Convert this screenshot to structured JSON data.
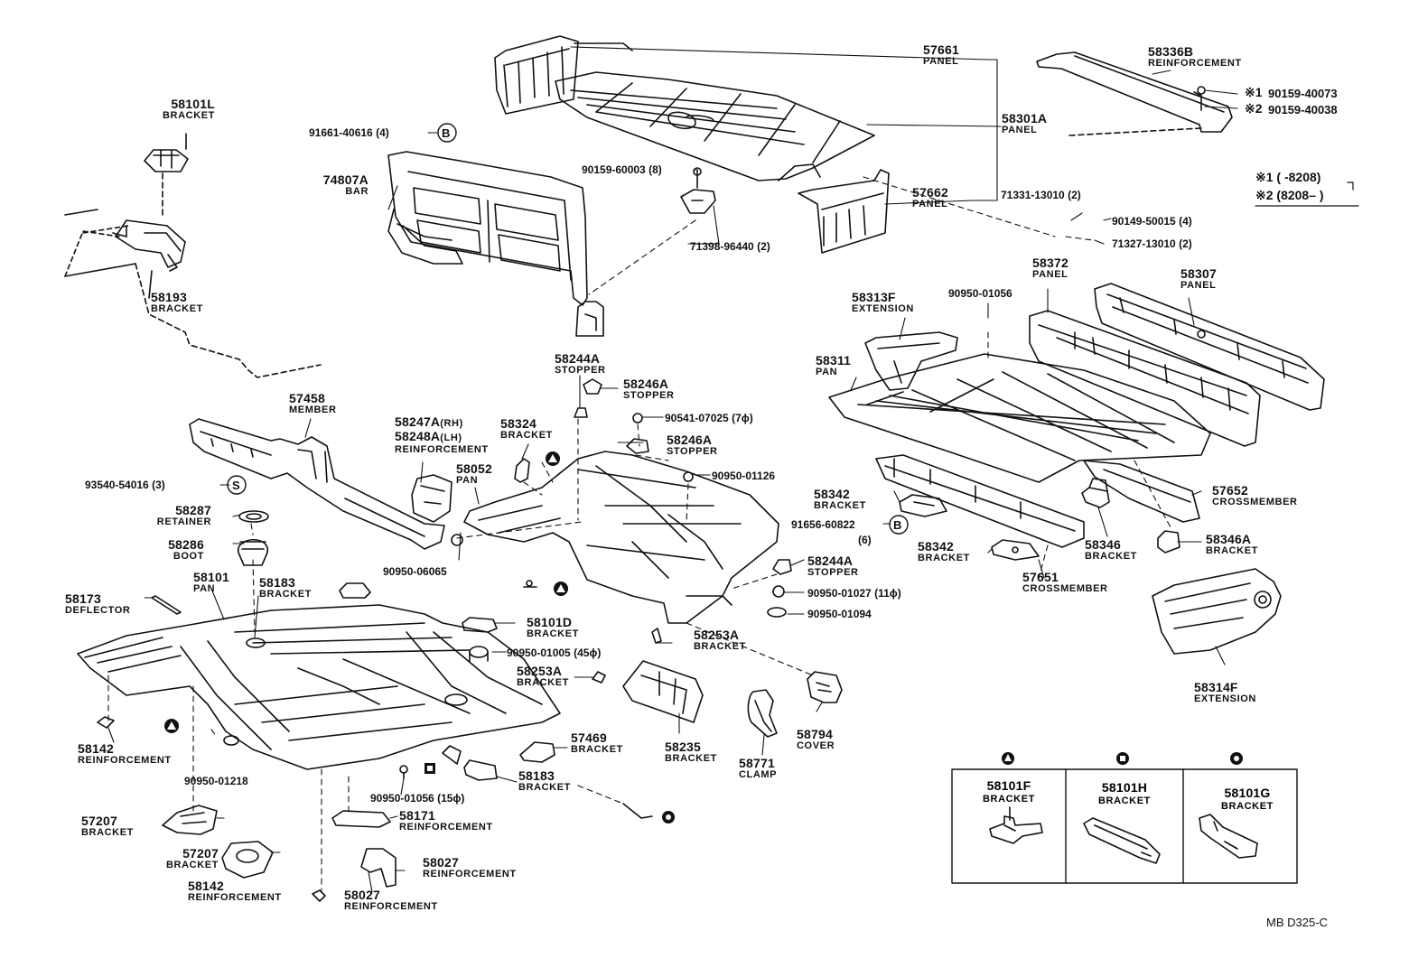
{
  "callouts": [
    {
      "num": "58101L",
      "name": "BRACKET"
    },
    {
      "num": "58193",
      "name": "BRACKET"
    },
    {
      "num": "74807A",
      "name": "BAR"
    },
    {
      "num": "57661",
      "name": "PANEL"
    },
    {
      "num": "58301A",
      "name": "PANEL"
    },
    {
      "num": "57662",
      "name": "PANEL"
    },
    {
      "num": "58336B",
      "name": "REINFORCEMENT"
    },
    {
      "num": "58372",
      "name": "PANEL"
    },
    {
      "num": "58307",
      "name": "PANEL"
    },
    {
      "num": "58313F",
      "name": "EXTENSION"
    },
    {
      "num": "58311",
      "name": "PAN"
    },
    {
      "num": "57458",
      "name": "MEMBER"
    },
    {
      "num": "58244A",
      "name": "STOPPER"
    },
    {
      "num": "58246A",
      "name": "STOPPER"
    },
    {
      "num": "58247A",
      "name": "(RH)"
    },
    {
      "num": "58248A",
      "name": "(LH)"
    },
    {
      "num": "58324",
      "name": "BRACKET"
    },
    {
      "num": "58246A",
      "name": "STOPPER"
    },
    {
      "num": "58052",
      "name": "PAN"
    },
    {
      "num": "58287",
      "name": "RETAINER"
    },
    {
      "num": "58286",
      "name": "BOOT"
    },
    {
      "num": "58101",
      "name": "PAN"
    },
    {
      "num": "58183",
      "name": "BRACKET"
    },
    {
      "num": "58173",
      "name": "DEFLECTOR"
    },
    {
      "num": "58342",
      "name": "BRACKET"
    },
    {
      "num": "58342",
      "name": "BRACKET"
    },
    {
      "num": "57651",
      "name": "CROSSMEMBER"
    },
    {
      "num": "58346",
      "name": "BRACKET"
    },
    {
      "num": "57652",
      "name": "CROSSMEMBER"
    },
    {
      "num": "58346A",
      "name": "BRACKET"
    },
    {
      "num": "58244A",
      "name": "STOPPER"
    },
    {
      "num": "58101D",
      "name": "BRACKET"
    },
    {
      "num": "58253A",
      "name": "BRACKET"
    },
    {
      "num": "58253A",
      "name": "BRACKET"
    },
    {
      "num": "58314F",
      "name": "EXTENSION"
    },
    {
      "num": "57469",
      "name": "BRACKET"
    },
    {
      "num": "58235",
      "name": "BRACKET"
    },
    {
      "num": "58771",
      "name": "CLAMP"
    },
    {
      "num": "58794",
      "name": "COVER"
    },
    {
      "num": "58142",
      "name": "REINFORCEMENT"
    },
    {
      "num": "58183",
      "name": "BRACKET"
    },
    {
      "num": "57207",
      "name": "BRACKET"
    },
    {
      "num": "58171",
      "name": "REINFORCEMENT"
    },
    {
      "num": "57207",
      "name": "BRACKET"
    },
    {
      "num": "58142",
      "name": "REINFORCEMENT"
    },
    {
      "num": "58027",
      "name": "REINFORCEMENT"
    },
    {
      "num": "58027",
      "name": "REINFORCEMENT"
    }
  ],
  "reinforcement_name": "REINFORCEMENT",
  "hardware": [
    "91661-40616 (4)",
    "90159-60003 (8)",
    "71398-96440 (2)",
    "71331-13010 (2)",
    "90149-50015 (4)",
    "71327-13010 (2)",
    "90950-01056",
    "90541-07025 (7ϕ)",
    "90950-01126",
    "93540-54016 (3)",
    "90950-06065",
    "91656-60822",
    "(6)",
    "90950-01027 (11ϕ)",
    "90950-01094",
    "90950-01005 (45ϕ)",
    "90950-01218",
    "90950-01056 (15ϕ)"
  ],
  "notes": {
    "n1_mark": "※1",
    "n1_part": "90159-40073",
    "n2_mark": "※2",
    "n2_part": "90159-40038",
    "range1": "※1 (          -8208)",
    "range2": "※2 (8208–          )"
  },
  "inset": [
    {
      "num": "58101F",
      "name": "BRACKET"
    },
    {
      "num": "58101H",
      "name": "BRACKET"
    },
    {
      "num": "58101G",
      "name": "BRACKET"
    }
  ],
  "symbols": {
    "b": "B",
    "s": "S"
  },
  "footer": "MB  D325-C"
}
